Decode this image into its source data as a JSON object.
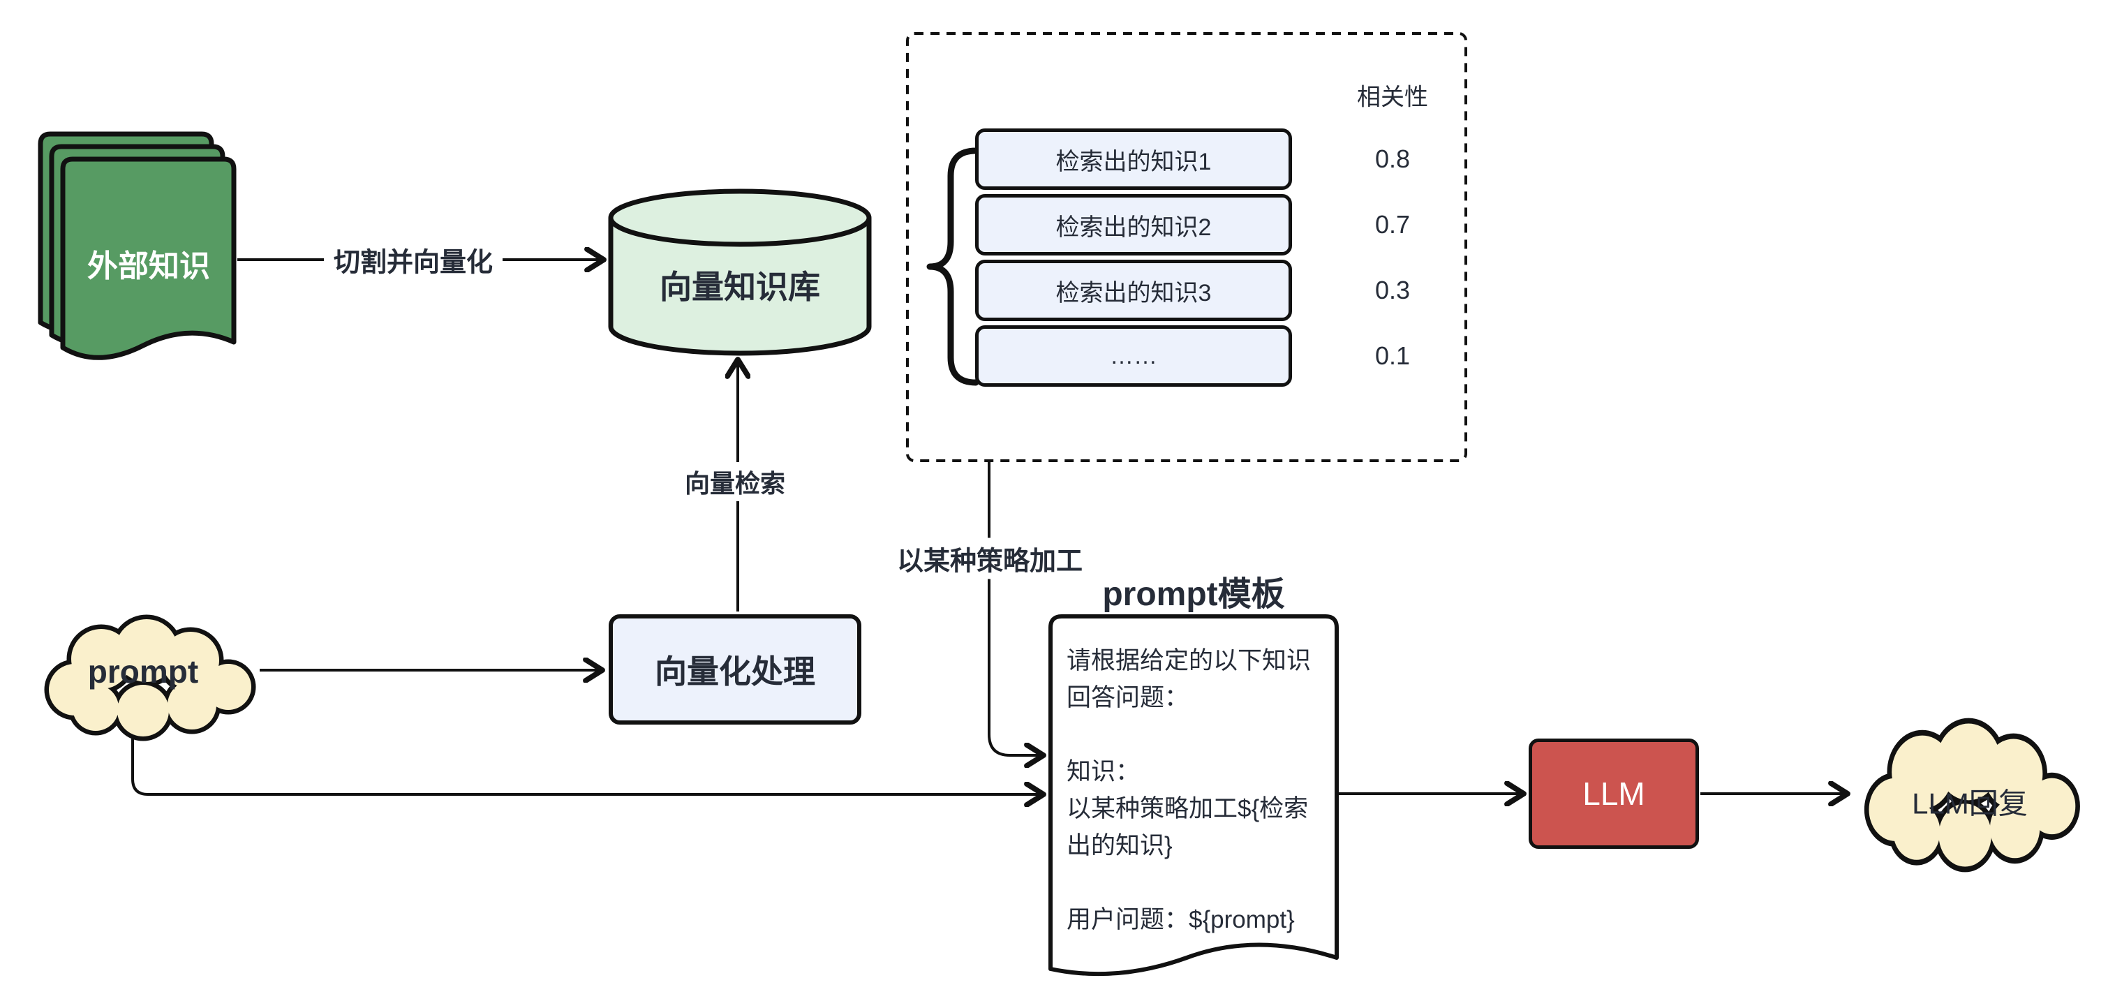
{
  "colors": {
    "ink": "#111111",
    "text_dark": "#262c38",
    "book_green": "#579b63",
    "db_green_fill": "#ddf0e0",
    "panel_blue_fill": "#edf2fc",
    "cloud_cream_fill": "#faf0cc",
    "llm_red_fill": "#cc544f"
  },
  "nodes": {
    "external_knowledge": {
      "label": "外部知识"
    },
    "vector_db": {
      "label": "向量知识库"
    },
    "vectorize_process": {
      "label": "向量化处理"
    },
    "prompt_cloud": {
      "label": "prompt"
    },
    "llm": {
      "label": "LLM"
    },
    "llm_reply": {
      "label": "LLM回复"
    }
  },
  "edges": {
    "split_vectorize": {
      "label": "切割并向量化"
    },
    "vector_search": {
      "label": "向量检索"
    },
    "strategy_process": {
      "label": "以某种策略加工"
    }
  },
  "retrieval_panel": {
    "relevance_header": "相关性",
    "items": [
      {
        "label": "检索出的知识1",
        "score": "0.8"
      },
      {
        "label": "检索出的知识2",
        "score": "0.7"
      },
      {
        "label": "检索出的知识3",
        "score": "0.3"
      },
      {
        "label": "……",
        "score": "0.1"
      }
    ]
  },
  "prompt_template": {
    "title": "prompt模板",
    "body": "请根据给定的以下知识\n回答问题：\n\n知识：\n以某种策略加工${检索\n出的知识}\n\n用户问题：${prompt}"
  }
}
